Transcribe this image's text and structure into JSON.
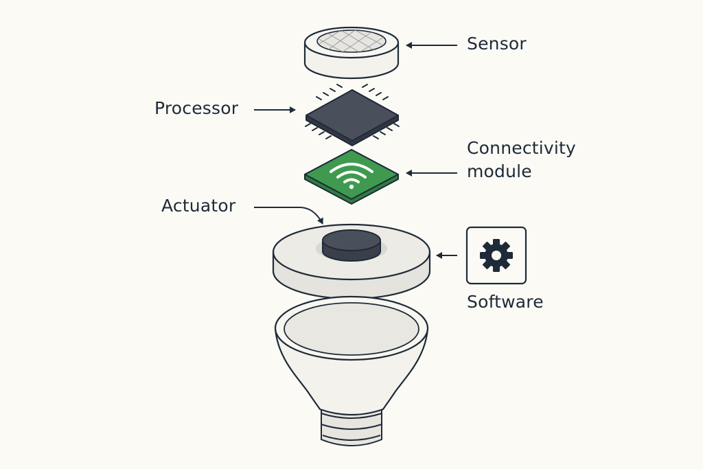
{
  "diagram": {
    "components": {
      "sensor": {
        "label": "Sensor"
      },
      "processor": {
        "label": "Processor"
      },
      "connectivity": {
        "label_line1": "Connectivity",
        "label_line2": "module"
      },
      "actuator": {
        "label": "Actuator"
      },
      "software": {
        "label": "Software",
        "icon": "gear-icon"
      },
      "base": {
        "icon": "bulb-base-shell"
      }
    },
    "colors": {
      "background": "#fbfaf5",
      "outline": "#1e2a38",
      "chip": "#4a4f5c",
      "module_green": "#3f9a4f",
      "wifi": "#ffffff",
      "shell": "#f3f2ec",
      "disc": "#e9e8e2"
    }
  }
}
